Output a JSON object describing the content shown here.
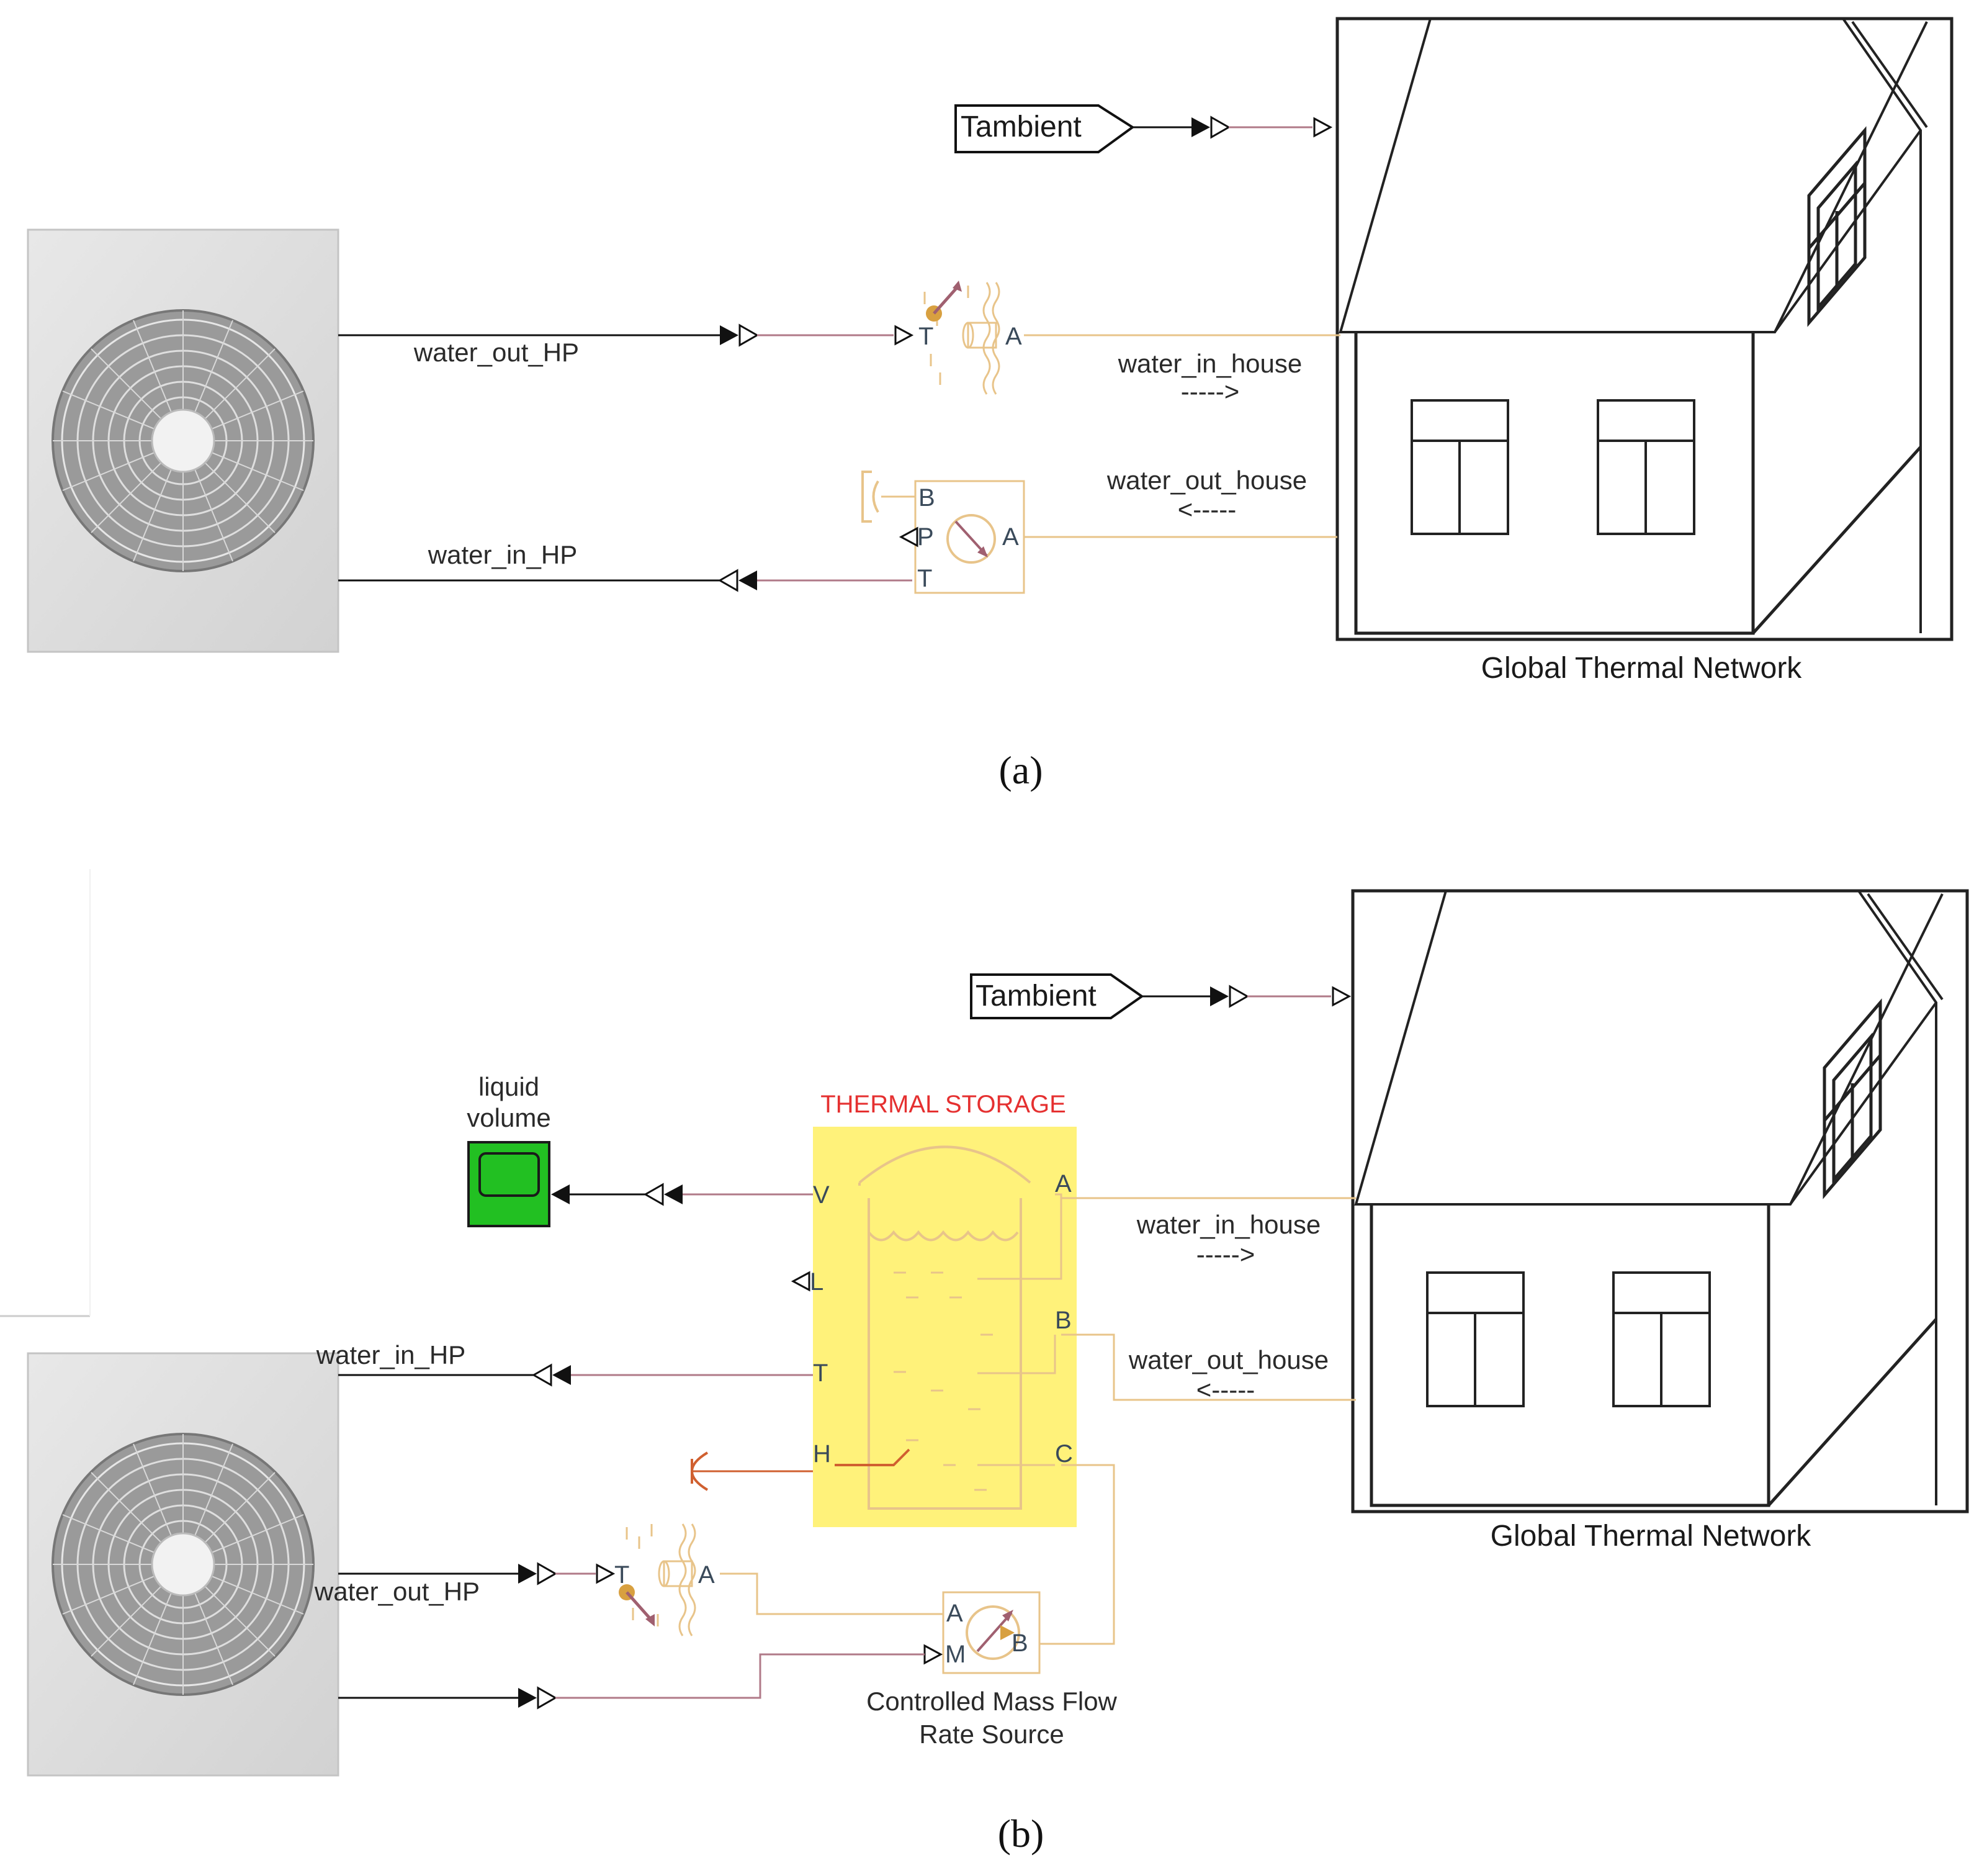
{
  "colors": {
    "signal_line": "#b07a88",
    "physical_line": "#e8c48a",
    "storage_highlight": "#fff27a",
    "scope_green": "#22c022",
    "thermal_red": "#e53030"
  },
  "panel_a": {
    "caption": "(a)",
    "goto_tag": "Tambient",
    "wire_labels": {
      "water_out_hp": "water_out_HP",
      "water_in_hp": "water_in_HP",
      "water_in_house": "water_in_house",
      "water_in_house_arrow": "----->",
      "water_out_house": "water_out_house",
      "water_out_house_arrow": "<-----"
    },
    "ports": {
      "temp_sensor_t": "T",
      "temp_sensor_a": "A",
      "pressure_b": "B",
      "pressure_p": "P",
      "pressure_a": "A",
      "pressure_t": "T"
    },
    "house_label": "Global Thermal Network"
  },
  "panel_b": {
    "caption": "(b)",
    "goto_tag": "Tambient",
    "scope_label_line1": "liquid",
    "scope_label_line2": "volume",
    "storage_title": "THERMAL STORAGE",
    "storage_ports": {
      "v": "V",
      "l": "L",
      "t": "T",
      "h": "H",
      "a": "A",
      "b": "B",
      "c": "C"
    },
    "wire_labels": {
      "water_in_hp": "water_in_HP",
      "water_out_hp": "water_out_HP",
      "water_in_house": "water_in_house",
      "water_in_house_arrow": "----->",
      "water_out_house": "water_out_house",
      "water_out_house_arrow": "<-----"
    },
    "sensor_ports": {
      "t": "T",
      "a": "A"
    },
    "pump_ports": {
      "a": "A",
      "m": "M",
      "b": "B"
    },
    "pump_label_line1": "Controlled Mass Flow",
    "pump_label_line2": "Rate Source",
    "house_label": "Global Thermal Network"
  }
}
